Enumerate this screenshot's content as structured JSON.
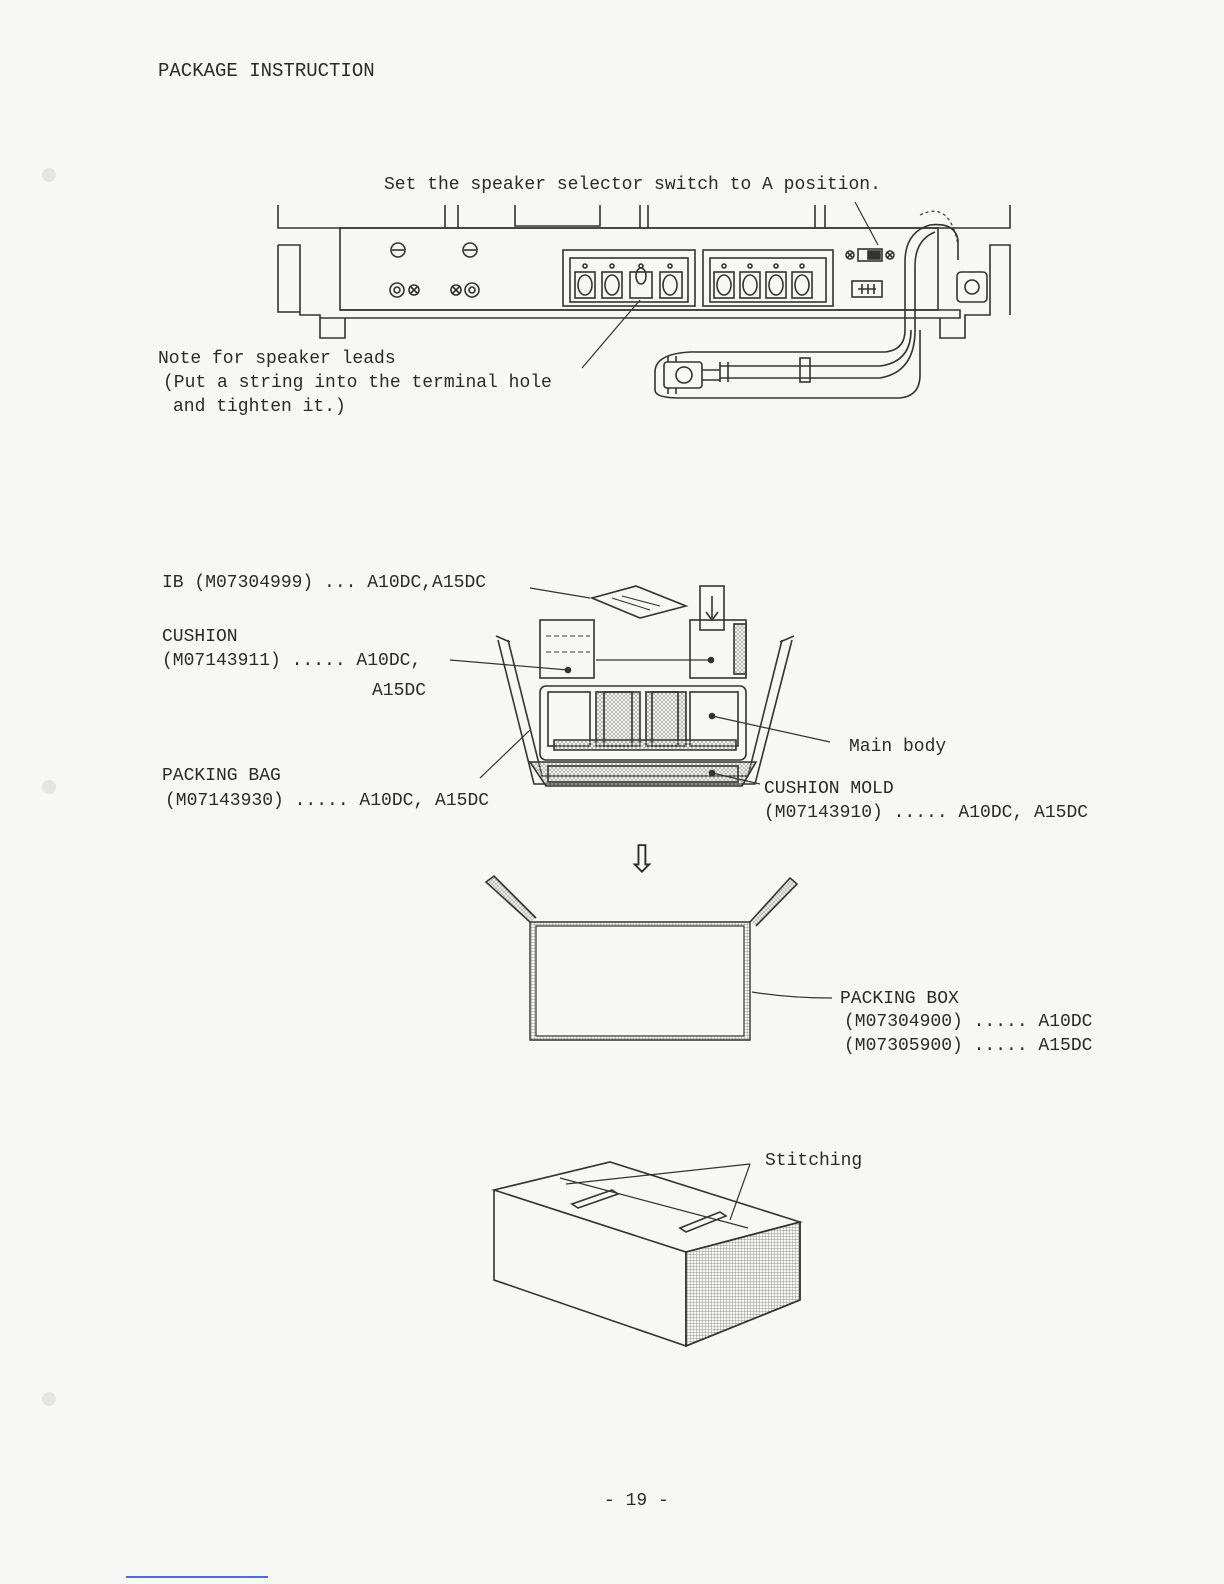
{
  "page": {
    "title": "PACKAGE INSTRUCTION",
    "page_number": "- 19 -"
  },
  "figure1": {
    "selector_note": "Set the speaker selector switch to A position.",
    "leads_note_line1": "Note for speaker leads",
    "leads_note_line2": "(Put a string into the terminal hole",
    "leads_note_line3": "and tighten it.)"
  },
  "figure2": {
    "ib": "IB (M07304999) ... A10DC,A15DC",
    "cushion_label": "CUSHION",
    "cushion_part": "(M07143911) ..... A10DC,",
    "cushion_model2": "A15DC",
    "main_body": "Main body",
    "packing_bag_label": "PACKING BAG",
    "packing_bag_part": "(M07143930) ..... A10DC, A15DC",
    "cushion_mold_label": "CUSHION MOLD",
    "cushion_mold_part": "(M07143910) ..... A10DC, A15DC",
    "arrow": "⇩"
  },
  "figure3": {
    "packing_box_label": "PACKING BOX",
    "packing_box_part1": "(M07304900) ..... A10DC",
    "packing_box_part2": "(M07305900) ..... A15DC"
  },
  "figure4": {
    "stitching": "Stitching"
  }
}
